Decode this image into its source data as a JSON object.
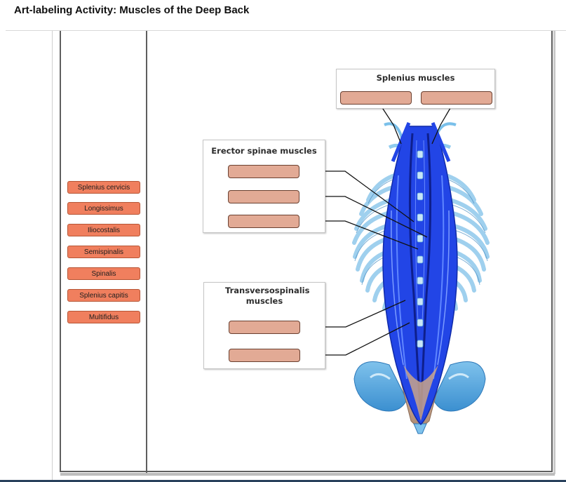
{
  "page": {
    "title": "Art-labeling Activity: Muscles of the Deep Back"
  },
  "label_bank": [
    "Splenius cervicis",
    "Longissimus",
    "Iliocostalis",
    "Semispinalis",
    "Spinalis",
    "Splenius capitis",
    "Multifidus"
  ],
  "groups": {
    "splenius": {
      "title": "Splenius muscles"
    },
    "erector": {
      "title": "Erector spinae muscles"
    },
    "transverso": {
      "title": "Transversospinalis muscles"
    }
  },
  "colors": {
    "label_fill": "#f07f5e",
    "target_fill": "#e2aa95",
    "muscle_blue": "#1f3fe0",
    "bone_blue": "#9fd0ee"
  }
}
